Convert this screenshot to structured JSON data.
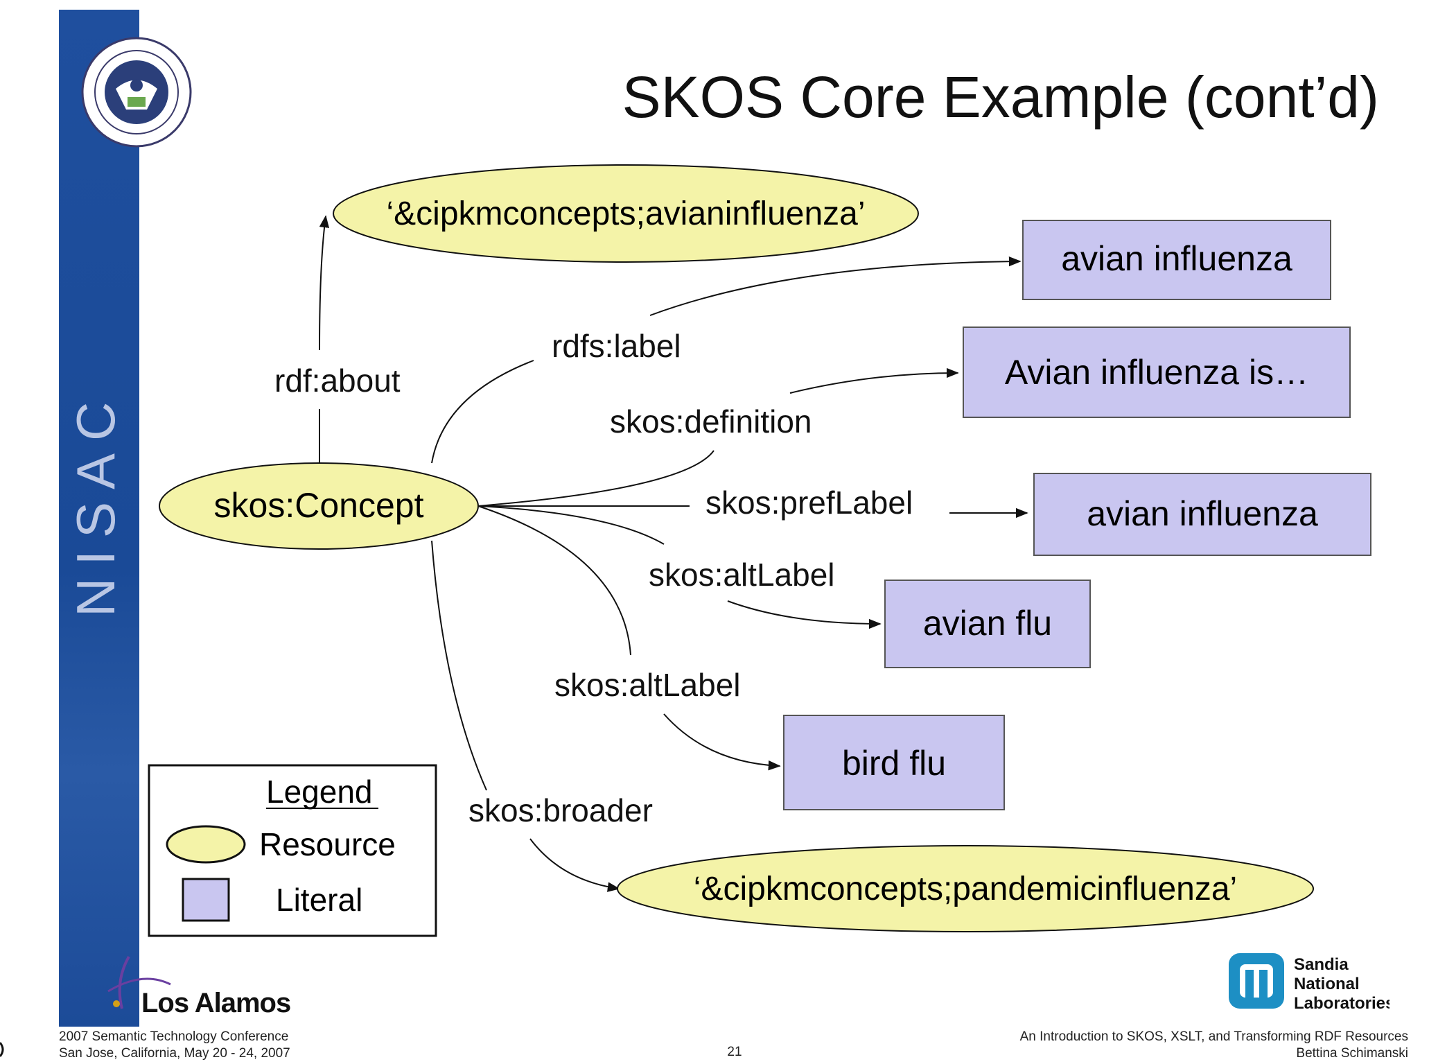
{
  "slide": {
    "title": "SKOS Core Example (cont’d)",
    "sidebar_text": "NISAC"
  },
  "diagram": {
    "nodes": {
      "concept": {
        "label": "skos:Concept",
        "kind": "resource"
      },
      "about_target": {
        "label": "‘&cipkmconcepts;avianinfluenza’",
        "kind": "resource"
      },
      "label_target": {
        "label": "avian influenza",
        "kind": "literal"
      },
      "definition_target": {
        "label": "Avian influenza is…",
        "kind": "literal"
      },
      "preflabel_target": {
        "label": "avian influenza",
        "kind": "literal"
      },
      "altlabel1_target": {
        "label": "avian flu",
        "kind": "literal"
      },
      "altlabel2_target": {
        "label": "bird flu",
        "kind": "literal"
      },
      "broader_target": {
        "label": "‘&cipkmconcepts;pandemicinfluenza’",
        "kind": "resource"
      }
    },
    "edges": {
      "about": "rdf:about",
      "label": "rdfs:label",
      "definition": "skos:definition",
      "preflabel": "skos:prefLabel",
      "altlabel1": "skos:altLabel",
      "altlabel2": "skos:altLabel",
      "broader": "skos:broader"
    },
    "legend": {
      "title": "Legend",
      "resource": "Resource",
      "literal": "Literal"
    },
    "colors": {
      "resource_fill": "#f4f3a8",
      "literal_fill": "#c9c6f0",
      "sidebar": "#1f4f9e",
      "sandia_blue": "#1d8fc4"
    }
  },
  "footer": {
    "left_line1": "2007 Semantic Technology Conference",
    "left_line2": "San Jose, California, May 20 - 24, 2007",
    "page_number": "21",
    "right_line1": "An Introduction to SKOS, XSLT, and Transforming RDF Resources",
    "right_line2": "Bettina Schimanski"
  },
  "logos": {
    "los_alamos": "Los Alamos",
    "sandia_line1": "Sandia",
    "sandia_line2": "National",
    "sandia_line3": "Laboratories",
    "seal_icon": "dhs-seal-icon"
  }
}
